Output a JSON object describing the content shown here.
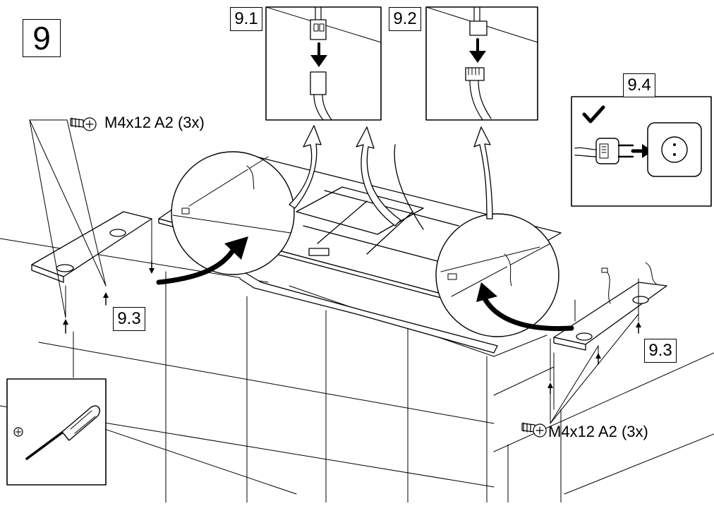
{
  "step": {
    "number": "9"
  },
  "detail_labels": {
    "plug_connect_a": "9.1",
    "plug_connect_b": "9.2",
    "screw_left": "9.3",
    "screw_right": "9.3",
    "power_plug": "9.4"
  },
  "screws": {
    "left_spec": "M4x12 A2 (3x)",
    "right_spec": "M4x12 A2 (3x)"
  },
  "icons": {
    "step_box": "square-frame",
    "screw": "phillips-screw-icon",
    "screwdriver": "phillips-screwdriver-icon",
    "phillips_head": "phillips-cross-icon",
    "check": "checkmark-icon",
    "plug": "power-plug-icon",
    "socket": "wall-socket-icon",
    "down_arrow": "down-arrow-icon",
    "curved_arrow": "curved-arrow-icon"
  },
  "colors": {
    "line": "#000000",
    "background": "#ffffff",
    "cable_fill": "#e6e6e6"
  }
}
